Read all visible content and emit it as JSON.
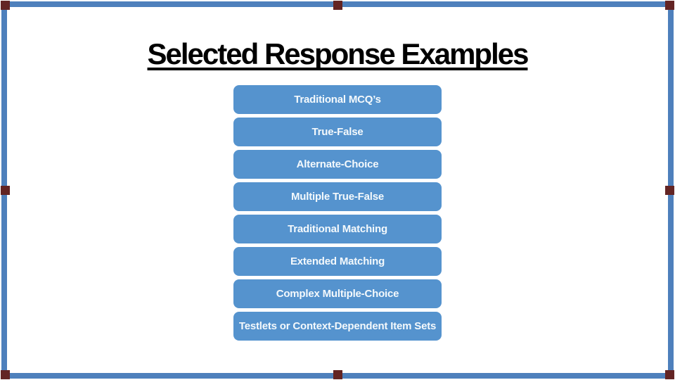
{
  "slide": {
    "title": "Selected Response Examples",
    "boxes": [
      "Traditional MCQ’s",
      "True-False",
      "Alternate-Choice",
      "Multiple True-False",
      "Traditional Matching",
      "Extended Matching",
      "Complex Multiple-Choice",
      "Testlets or Context-Dependent Item Sets"
    ],
    "colors": {
      "background": "#ffffff",
      "title_text": "#000000",
      "box_fill": "#5593ce",
      "box_text": "#f4f9fc",
      "frame_border": "#4e80bc",
      "frame_square": "#632423"
    }
  }
}
